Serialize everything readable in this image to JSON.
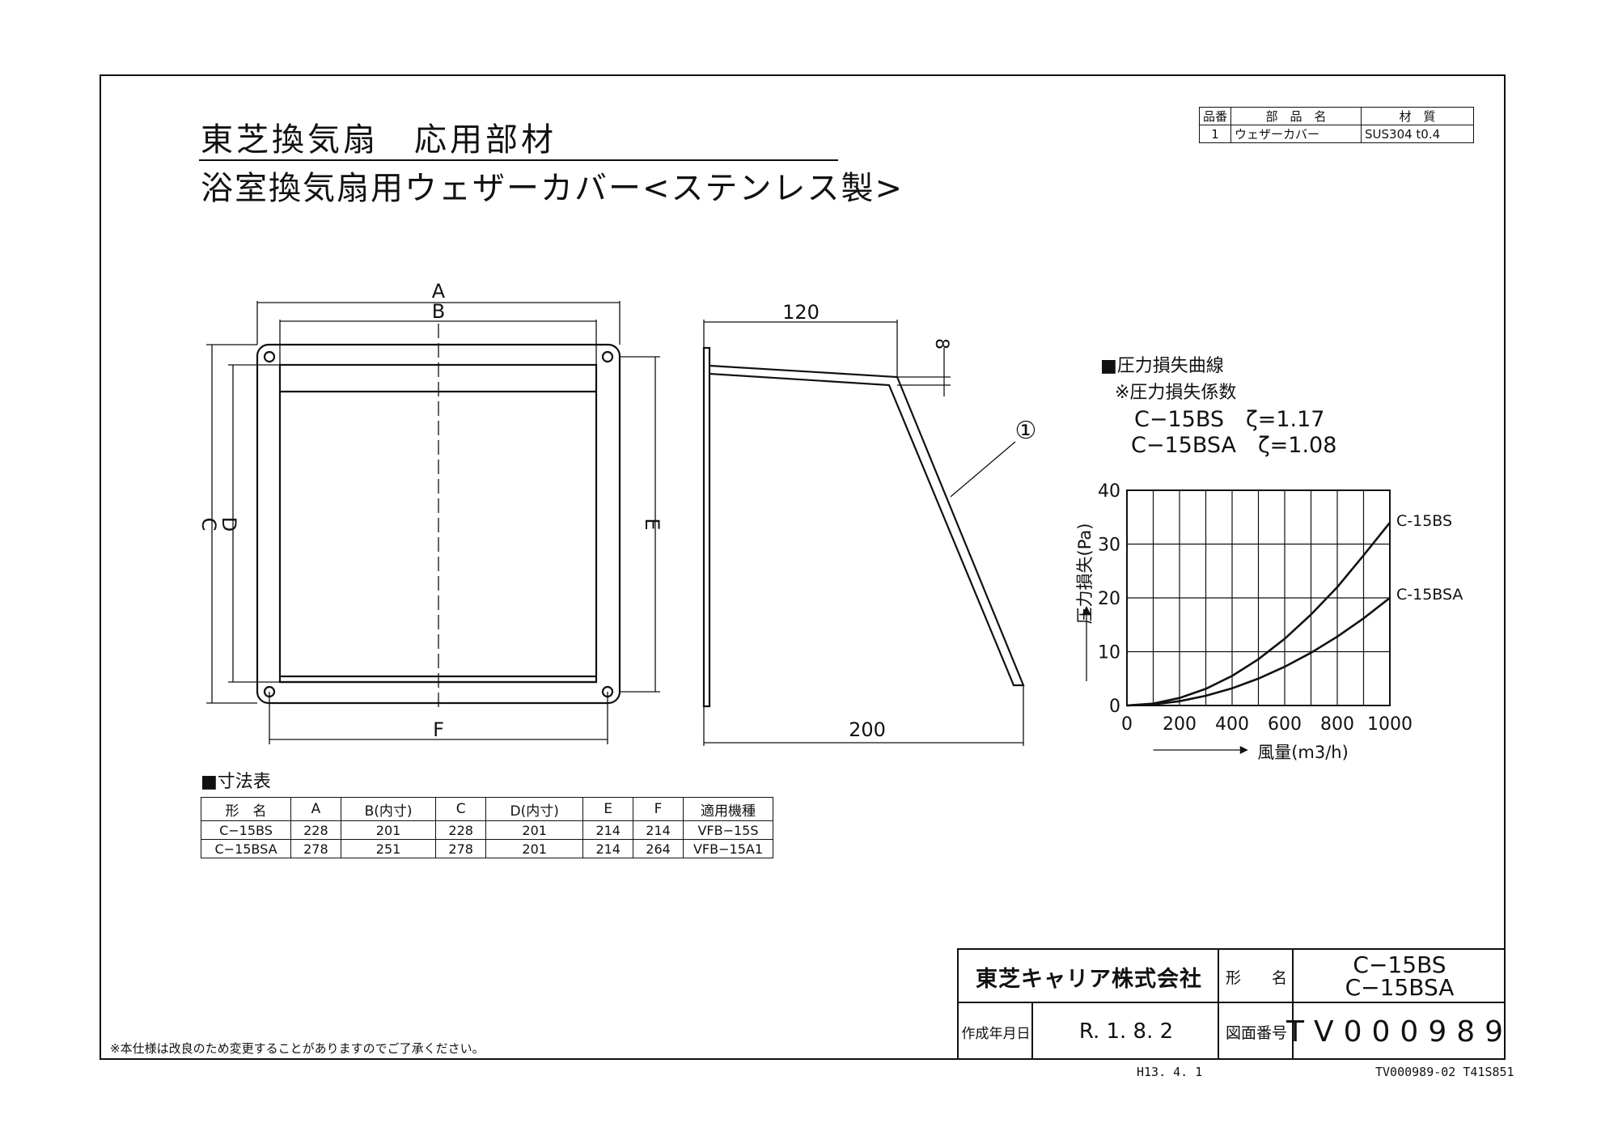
{
  "title": {
    "line1": "東芝換気扇　応用部材",
    "line2": "浴室換気扇用ウェザーカバー<ステンレス製>"
  },
  "parts_table": {
    "headers": [
      "品番",
      "部　品　名",
      "材　質"
    ],
    "rows": [
      [
        "1",
        "ウェザーカバー",
        "SUS304 t0.4"
      ]
    ]
  },
  "front_view": {
    "labels": {
      "A": "A",
      "B": "B",
      "C": "C",
      "D": "D",
      "E": "E",
      "F": "F"
    }
  },
  "side_view": {
    "dim_top": "120",
    "dim_gap": "8",
    "dim_bottom": "200",
    "part_callout": "①"
  },
  "pressure_info": {
    "heading": "■圧力損失曲線",
    "subheading": "※圧力損失係数",
    "coefficients": [
      "C−15BS　ζ=1.17",
      "C−15BSA　ζ=1.08"
    ]
  },
  "chart_data": {
    "type": "line",
    "title": "",
    "xlabel": "風量(m3/h)",
    "ylabel": "圧力損失(Pa)",
    "xlim": [
      0,
      1000
    ],
    "ylim": [
      0,
      40
    ],
    "x_ticks": [
      "0",
      "200",
      "400",
      "600",
      "800",
      "1000"
    ],
    "y_ticks": [
      "0",
      "10",
      "20",
      "30",
      "40"
    ],
    "grid": true,
    "x": [
      0,
      100,
      200,
      300,
      400,
      500,
      600,
      700,
      800,
      900,
      1000
    ],
    "series": [
      {
        "name": "C-15BS",
        "values": [
          0,
          0.35,
          1.4,
          3.1,
          5.5,
          8.6,
          12.4,
          16.9,
          22.0,
          27.9,
          34.0
        ]
      },
      {
        "name": "C-15BSA",
        "values": [
          0,
          0.2,
          0.8,
          1.8,
          3.2,
          5.0,
          7.2,
          9.8,
          12.8,
          16.2,
          20.0
        ]
      }
    ]
  },
  "dims_table": {
    "label": "■寸法表",
    "headers": [
      "形　名",
      "A",
      "B(内寸)",
      "C",
      "D(内寸)",
      "E",
      "F",
      "適用機種"
    ],
    "rows": [
      [
        "C−15BS",
        "228",
        "201",
        "228",
        "201",
        "214",
        "214",
        "VFB−15S"
      ],
      [
        "C−15BSA",
        "278",
        "251",
        "278",
        "201",
        "214",
        "264",
        "VFB−15A1"
      ]
    ]
  },
  "note": "※本仕様は改良のため変更することがありますのでご了承ください。",
  "title_block": {
    "company": "東芝キャリア株式会社",
    "model_label": "形　　名",
    "models": [
      "C−15BS",
      "C−15BSA"
    ],
    "date_label": "作成年月日",
    "date": "R. 1. 8. 2",
    "drawing_no_label": "図面番号",
    "drawing_no": "TV000989"
  },
  "footer": {
    "left": "H13. 4. 1",
    "right": "TV000989-02 T41S851"
  }
}
